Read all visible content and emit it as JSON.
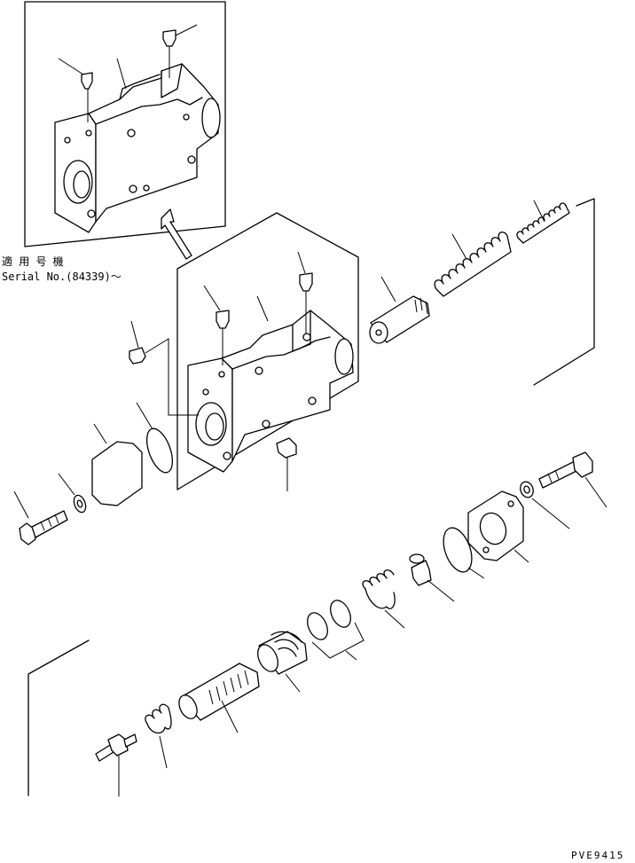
{
  "applicability": {
    "label": "適 用 号 機",
    "serial": "Serial No.(84339)～"
  },
  "drawing_code": "PVE9415"
}
